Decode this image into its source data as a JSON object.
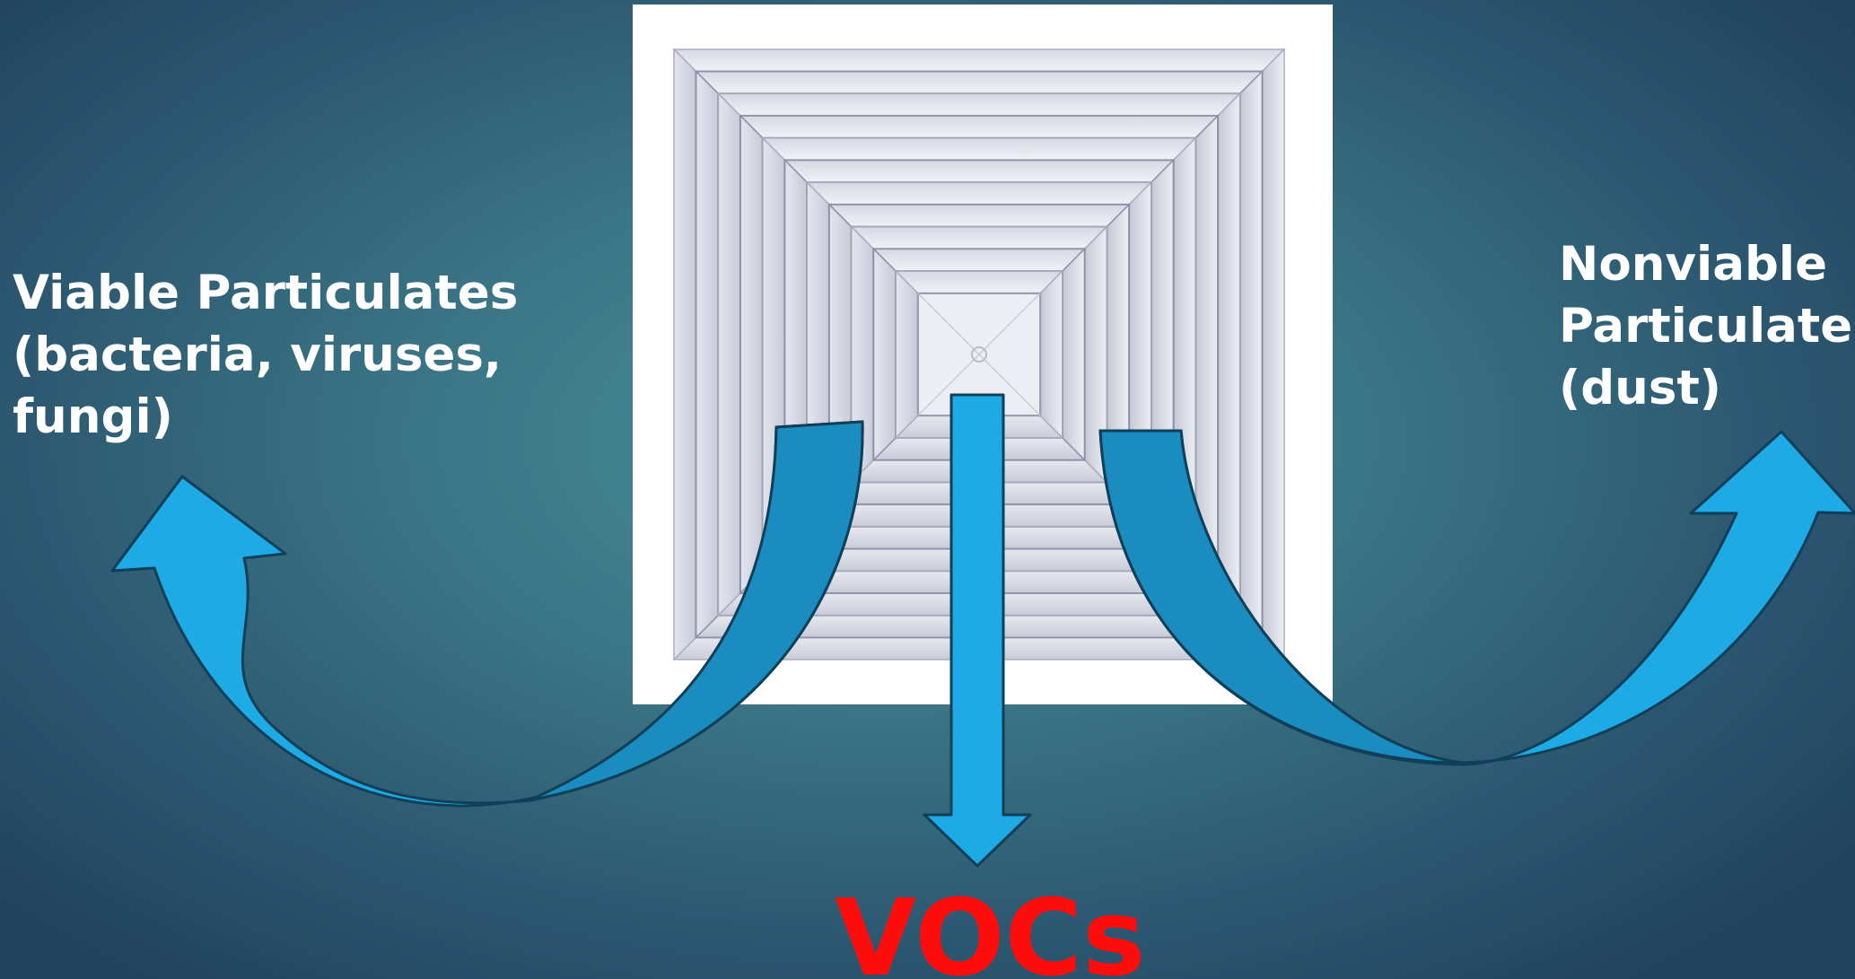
{
  "labels": {
    "left": "Viable Particulates\n(bacteria, viruses,\nfungi)",
    "right": "Nonviable\nParticulates\n(dust)",
    "bottom": "VOCs"
  },
  "colors": {
    "background": "#3a7585",
    "arrow_fill": "#1eaae4",
    "arrow_inner": "#1a8cc0",
    "arrow_stroke": "#0f3f59",
    "vocs_text": "#ff0d0d",
    "label_text": "#ffffff"
  },
  "image": {
    "subject": "square ceiling air diffuser"
  }
}
